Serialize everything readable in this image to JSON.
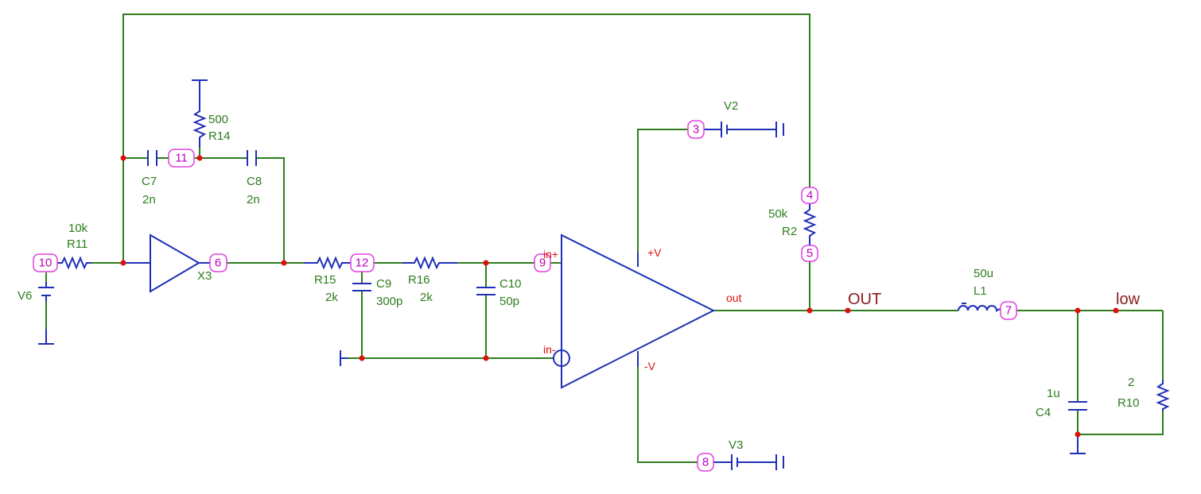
{
  "components": {
    "R11": {
      "name": "R11",
      "value": "10k"
    },
    "R14": {
      "name": "R14",
      "value": "500"
    },
    "C7": {
      "name": "C7",
      "value": "2n"
    },
    "C8": {
      "name": "C8",
      "value": "2n"
    },
    "R15": {
      "name": "R15",
      "value": "2k"
    },
    "C9": {
      "name": "C9",
      "value": "300p"
    },
    "R16": {
      "name": "R16",
      "value": "2k"
    },
    "C10": {
      "name": "C10",
      "value": "50p"
    },
    "R2": {
      "name": "R2",
      "value": "50k"
    },
    "L1": {
      "name": "L1",
      "value": "50u"
    },
    "C4": {
      "name": "C4",
      "value": "1u"
    },
    "R10": {
      "name": "R10",
      "value": "2"
    },
    "X3": {
      "name": "X3"
    },
    "V6": {
      "name": "V6"
    },
    "V2": {
      "name": "V2"
    },
    "V3": {
      "name": "V3"
    }
  },
  "nodes": {
    "n3": "3",
    "n4": "4",
    "n5": "5",
    "n6": "6",
    "n7": "7",
    "n8": "8",
    "n9": "9",
    "n10": "10",
    "n11": "11",
    "n12": "12"
  },
  "opamp_pins": {
    "in_plus": "in+",
    "in_minus": "in-",
    "plus_v": "+V",
    "minus_v": "-V",
    "out": "out"
  },
  "nets": {
    "out": "OUT",
    "low": "low"
  },
  "colors": {
    "wire": "#2e7d1e",
    "component": "#1f2fb8",
    "junction": "#e01010",
    "node_marker": "#e040e0",
    "net_label": "#8b1a1a"
  }
}
